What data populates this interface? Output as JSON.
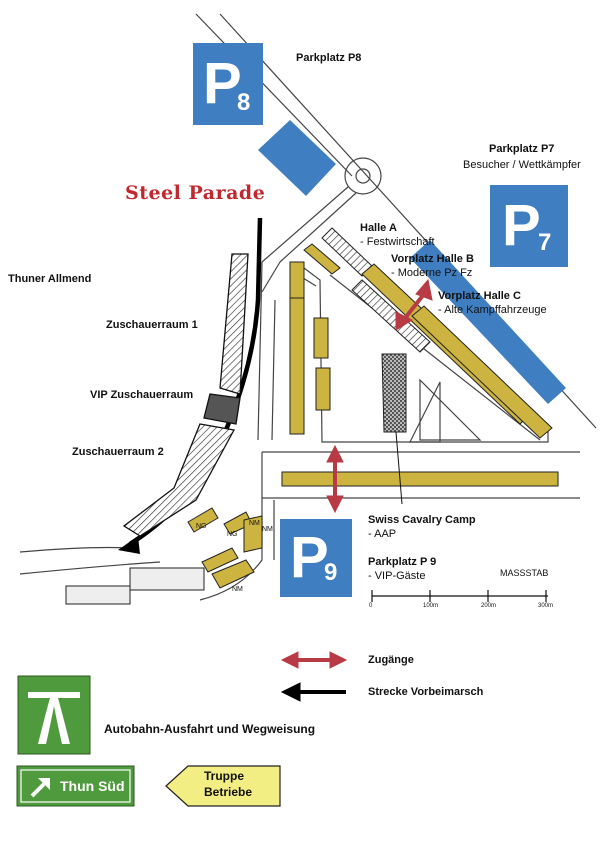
{
  "title": "Steel Parade",
  "area": "Thuner Allmend",
  "parking": {
    "p8": {
      "letter": "P",
      "number": "8",
      "label": "Parkplatz P8"
    },
    "p7": {
      "letter": "P",
      "number": "7",
      "label": "Parkplatz P7",
      "sub": "Besucher / Wettkämpfer"
    },
    "p9": {
      "letter": "P",
      "number": "9",
      "label": "Parkplatz P 9",
      "sub": "- VIP-Gäste"
    }
  },
  "halls": [
    {
      "name": "Halle A",
      "desc": "- Festwirtschaft"
    },
    {
      "name": "Vorplatz Halle B",
      "desc": "- Moderne Pz Fz"
    },
    {
      "name": "Vorplatz Halle C",
      "desc": "- Alte Kampffahrzeuge"
    }
  ],
  "spectators": {
    "zone1": "Zuschauerraum 1",
    "vip": "VIP Zuschauerraum",
    "zone2": "Zuschauerraum 2"
  },
  "camp": {
    "name": "Swiss Cavalry Camp",
    "sub": "- AAP"
  },
  "scale": {
    "title": "MASSSTAB",
    "ticks": [
      "0",
      "100m",
      "200m",
      "300m"
    ]
  },
  "legend": {
    "access": "Zugänge",
    "route": "Strecke Vorbeimarsch",
    "motorway": "Autobahn-Ausfahrt und Wegweisung"
  },
  "signs": {
    "thun": "Thun Süd",
    "troop_line1": "Truppe",
    "troop_line2": "Betriebe"
  },
  "building_codes": [
    "NG",
    "NG",
    "NM",
    "NM",
    "NM"
  ],
  "colors": {
    "parking_blue": "#3f7fc1",
    "building_yellow": "#cdb440",
    "access_arrow": "#b83a44",
    "title_red": "#c0282d",
    "motorway_green": "#4f9a3c",
    "troop_sign_yellow": "#f3ee83"
  }
}
